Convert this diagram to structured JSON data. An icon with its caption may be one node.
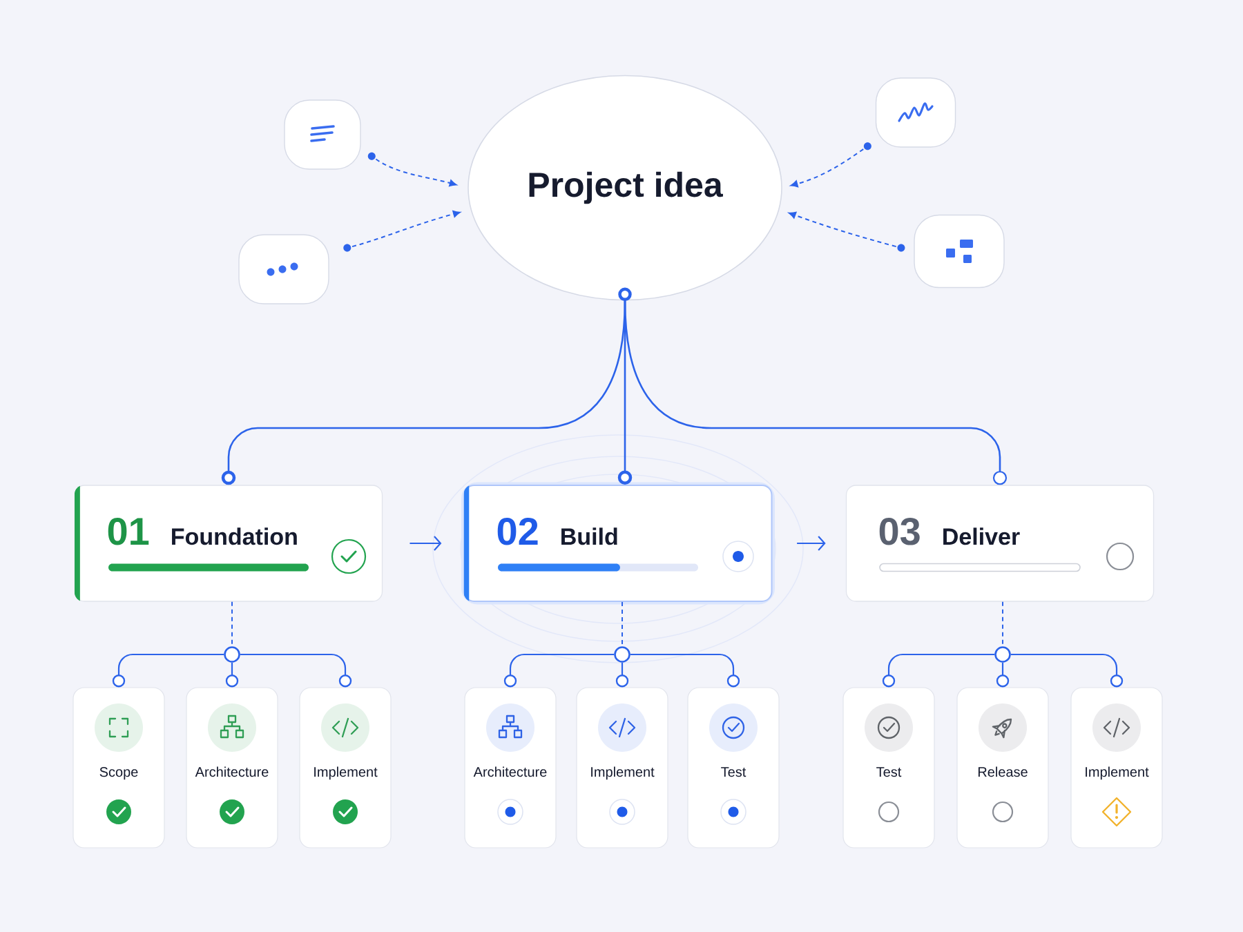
{
  "diagram": {
    "nodes": [
      {
        "text": [
          "Project idea"
        ]
      },
      {
        "text": [],
        "shape": "box"
      },
      {
        "text": [],
        "shape": "box"
      },
      {
        "text": [],
        "shape": "box"
      },
      {
        "text": [],
        "shape": "box"
      },
      {
        "text": [
          "01",
          "Foundation"
        ]
      },
      {
        "text": [
          "02",
          "Build"
        ]
      },
      {
        "text": [
          "03",
          "Deliver"
        ]
      },
      {
        "text": [],
        "shape": "circle"
      },
      {
        "text": [],
        "shape": "circle"
      },
      {
        "text": [],
        "shape": "circle"
      },
      {
        "text": [
          "Scope"
        ]
      },
      {
        "text": [
          "Architecture"
        ]
      },
      {
        "text": [
          "Implement"
        ]
      },
      {
        "text": [
          "Architecture"
        ]
      },
      {
        "text": [
          "Implement"
        ]
      },
      {
        "text": [
          "Test"
        ]
      },
      {
        "text": [
          "Test"
        ]
      },
      {
        "text": [
          "Release"
        ]
      },
      {
        "text": [
          "Implement"
        ]
      }
    ],
    "edges": [
      {
        "from": 1,
        "to": 0,
        "arrow": "to",
        "style": "dashed"
      },
      {
        "from": 2,
        "to": 0,
        "arrow": "to",
        "style": "dashed"
      },
      {
        "from": 3,
        "to": 0,
        "arrow": "to",
        "style": "dashed"
      },
      {
        "from": 4,
        "to": 0,
        "arrow": "to",
        "style": "dashed"
      },
      {
        "from": 0,
        "to": 5,
        "arrow": "other"
      },
      {
        "from": 0,
        "to": 6,
        "arrow": "other"
      },
      {
        "from": 0,
        "to": 7,
        "arrow": "other"
      },
      {
        "from": 5,
        "to": 6,
        "arrow": "to"
      },
      {
        "from": 6,
        "to": 7,
        "arrow": "to"
      },
      {
        "from": 5,
        "to": 8,
        "arrow": "none",
        "style": "dashed"
      },
      {
        "from": 8,
        "to": 11,
        "arrow": "other"
      },
      {
        "from": 8,
        "to": 12,
        "arrow": "other"
      },
      {
        "from": 8,
        "to": 13,
        "arrow": "other"
      },
      {
        "from": 6,
        "to": 9,
        "arrow": "none",
        "style": "dashed"
      },
      {
        "from": 9,
        "to": 14,
        "arrow": "other"
      },
      {
        "from": 9,
        "to": 15,
        "arrow": "other"
      },
      {
        "from": 9,
        "to": 16,
        "arrow": "other"
      },
      {
        "from": 7,
        "to": 10,
        "arrow": "none",
        "style": "dashed"
      },
      {
        "from": 10,
        "to": 17,
        "arrow": "other"
      },
      {
        "from": 10,
        "to": 18,
        "arrow": "other"
      },
      {
        "from": 10,
        "to": 19,
        "arrow": "other"
      }
    ]
  }
}
